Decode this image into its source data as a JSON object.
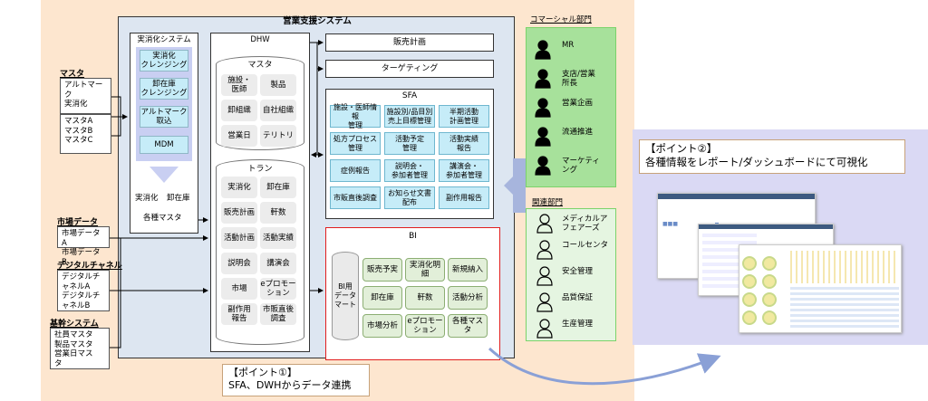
{
  "system": {
    "title": "営業支援システム"
  },
  "actualization": {
    "title": "実消化システム",
    "items": [
      "実消化\nクレンジング",
      "卸在庫\nクレンジング",
      "アルトマーク\n取込",
      "MDM"
    ],
    "outputs": [
      "実消化",
      "卸在庫",
      "各種マスタ"
    ]
  },
  "dhw": {
    "title": "DHW",
    "master": {
      "title": "マスタ",
      "items": [
        "施設・\n医師",
        "製品",
        "卸組織",
        "自社組織",
        "営業日",
        "テリトリ"
      ]
    },
    "tran": {
      "title": "トラン",
      "items": [
        "実消化",
        "卸在庫",
        "販売計画",
        "軒数",
        "活動計画",
        "活動実績",
        "説明会",
        "講演会",
        "市場",
        "eプロモー\nション",
        "副作用\n報告",
        "市販直後\n調査"
      ]
    }
  },
  "right": {
    "sales_plan": "販売計画",
    "targeting": "ターゲティング",
    "sfa": {
      "title": "SFA",
      "items": [
        "施設・医師情報\n管理",
        "施設別/品目別\n売上目標管理",
        "半期活動\n計画管理",
        "処方プロセス\n管理",
        "活動予定\n管理",
        "活動実績\n報告",
        "症例報告",
        "説明会・\n参加者管理",
        "講演会・\n参加者管理",
        "市販直後調査",
        "お知らせ文書\n配布",
        "副作用報告"
      ]
    },
    "bi": {
      "title": "BI",
      "mart": "BI用\nデータ\nマート",
      "items": [
        "販売予実",
        "実消化明細",
        "新規納入",
        "卸在庫",
        "軒数",
        "活動分析",
        "市場分析",
        "eプロモー\nション",
        "各種マスタ"
      ]
    }
  },
  "sources": [
    {
      "title": "マスタ",
      "boxes": [
        "アルトマー\nク\n実消化",
        "マスタA\nマスタB\nマスタC"
      ]
    },
    {
      "title": "市場データ",
      "boxes": [
        "市場データA\n市場データB"
      ]
    },
    {
      "title": "デジタルチャネル",
      "boxes": [
        "デジタルチ\nャネルA\nデジタルチ\nャネルB"
      ]
    },
    {
      "title": "基幹システム",
      "boxes": [
        "社員マスタ\n製品マスタ\n営業日マス\nタ"
      ]
    }
  ],
  "commercial": {
    "title": "コマーシャル部門",
    "items": [
      "MR",
      "支店/営業\n所長",
      "営業企画",
      "流通推進",
      "マーケティ\nング"
    ]
  },
  "related": {
    "title": "関連部門",
    "items": [
      "メディカルア\nフェアーズ",
      "コールセンタ",
      "安全管理",
      "品質保証",
      "生産管理"
    ]
  },
  "point1": {
    "title": "【ポイント①】",
    "text": "SFA、DWHからデータ連携"
  },
  "point2": {
    "title": "【ポイント②】",
    "text": "各種情報をレポート/ダッシュボードにて可視化"
  },
  "colors": {
    "orange_bg": "#fde6cf",
    "system_bg": "#dde6f1",
    "green": "#7bd36a",
    "bi_border": "#e21e1e",
    "purple_bg": "#dad9f4"
  }
}
